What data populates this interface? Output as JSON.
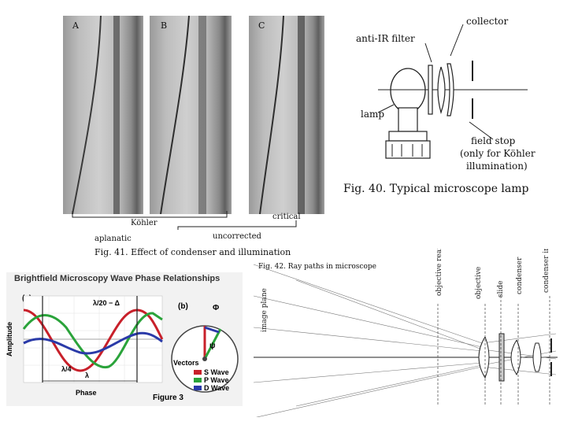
{
  "fig41": {
    "panel_a": "A",
    "panel_b": "B",
    "panel_c": "C",
    "label_kohler": "Köhler",
    "label_critical": "critical",
    "label_aplanatic": "aplanatic",
    "label_uncorrected": "uncorrected",
    "caption": "Fig. 41. Effect of condenser and illumination"
  },
  "fig40": {
    "collector": "collector",
    "anti_ir": "anti-IR filter",
    "lamp": "lamp",
    "field_stop": "field stop",
    "kohler_note_1": "(only for Köhler",
    "kohler_note_2": "illumination)",
    "caption": "Fig. 40. Typical microscope lamp"
  },
  "fig_wave": {
    "title": "Brightfield Microscopy Wave Phase Relationships",
    "panel_a": "(a)",
    "panel_b": "(b)",
    "amplitude": "Amplitude",
    "phase": "Phase",
    "lambda_frac": "λ/20 − Δ",
    "lambda_4": "λ/4",
    "lambda": "λ",
    "phi": "Φ",
    "psi": "ψ",
    "vectors": "Vectors",
    "legend": [
      {
        "label": "S Wave",
        "color": "#c8202a"
      },
      {
        "label": "P Wave",
        "color": "#2aa33a"
      },
      {
        "label": "D Wave",
        "color": "#2a3aa8"
      }
    ],
    "figure_label": "Figure 3"
  },
  "fig42": {
    "caption": "Fig. 42. Ray paths in microscope",
    "labels": [
      "image plane",
      "objective rear focal plane",
      "objective",
      "slide",
      "condenser",
      "condenser iris"
    ]
  }
}
